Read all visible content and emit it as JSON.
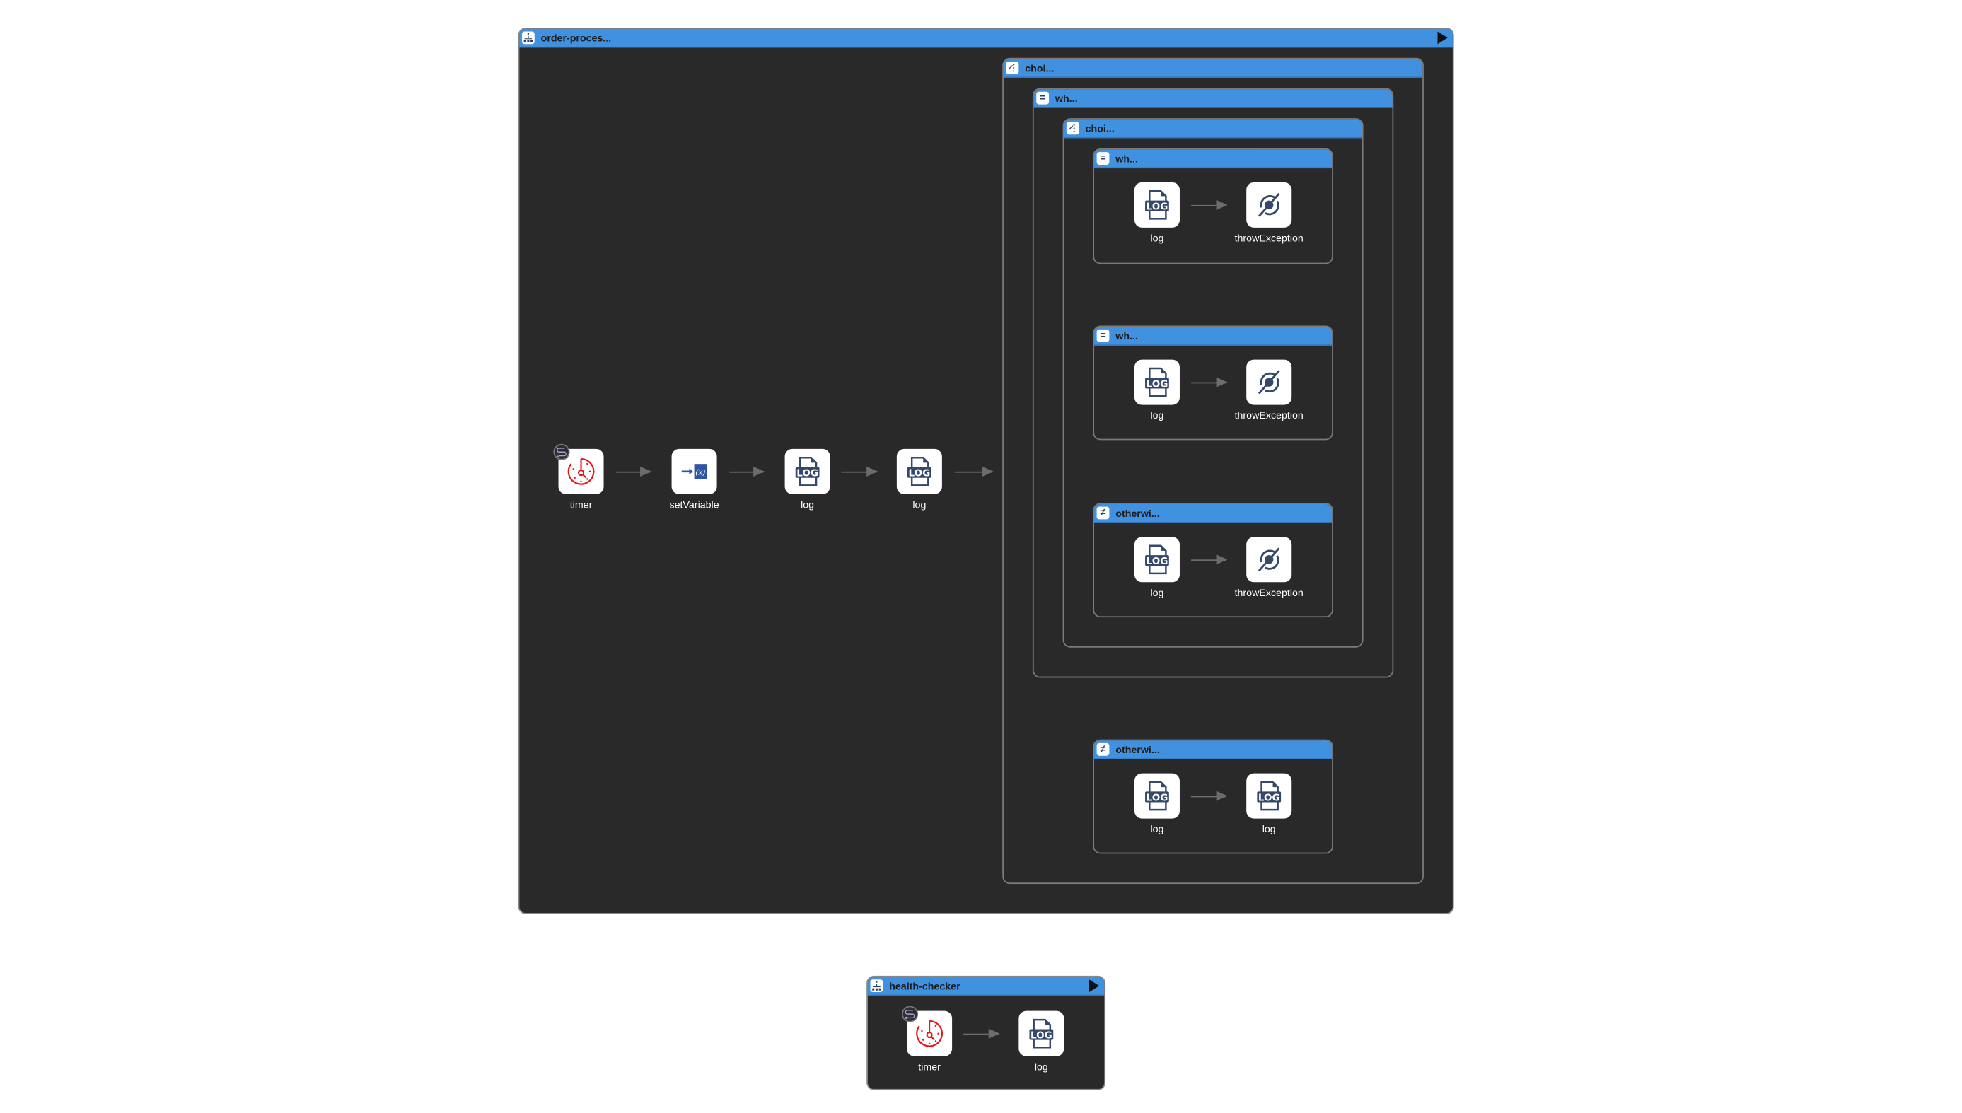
{
  "colors": {
    "header": "#4191e1",
    "canvas": "#292929",
    "timer": "#e8141b",
    "icon": "#34486a",
    "setvar": "#2d55a3"
  },
  "routes": [
    {
      "title": "order-proces...",
      "icon": "route-icon",
      "steps": [
        {
          "label": "timer",
          "icon": "timer-icon"
        },
        {
          "label": "setVariable",
          "icon": "set-variable-icon"
        },
        {
          "label": "log",
          "icon": "log-icon"
        },
        {
          "label": "log",
          "icon": "log-icon"
        }
      ],
      "choice": {
        "title": "choi...",
        "when": {
          "title": "wh...",
          "choice": {
            "title": "choi...",
            "branches": [
              {
                "title": "wh...",
                "type": "when",
                "steps": [
                  {
                    "label": "log"
                  },
                  {
                    "label": "throwException"
                  }
                ]
              },
              {
                "title": "wh...",
                "type": "when",
                "steps": [
                  {
                    "label": "log"
                  },
                  {
                    "label": "throwException"
                  }
                ]
              },
              {
                "title": "otherwi...",
                "type": "otherwise",
                "steps": [
                  {
                    "label": "log"
                  },
                  {
                    "label": "throwException"
                  }
                ]
              }
            ]
          }
        },
        "otherwise": {
          "title": "otherwi...",
          "steps": [
            {
              "label": "log"
            },
            {
              "label": "log"
            }
          ]
        }
      }
    },
    {
      "title": "health-checker",
      "icon": "route-icon",
      "steps": [
        {
          "label": "timer",
          "icon": "timer-icon"
        },
        {
          "label": "log",
          "icon": "log-icon"
        }
      ]
    }
  ]
}
